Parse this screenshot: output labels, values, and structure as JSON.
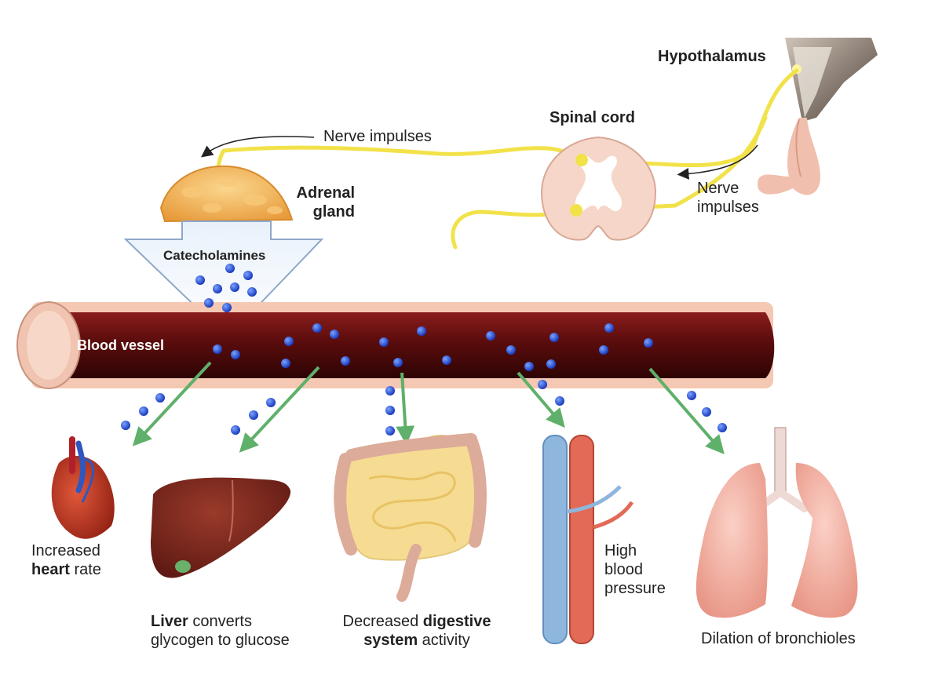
{
  "labels": {
    "hypothalamus": "Hypothalamus",
    "spinal_cord": "Spinal cord",
    "nerve_impulses_top": "Nerve impulses",
    "nerve_impulses_right_1": "Nerve",
    "nerve_impulses_right_2": "impulses",
    "adrenal_1": "Adrenal",
    "adrenal_2": "gland",
    "catecholamines": "Catecholamines",
    "blood_vessel": "Blood vessel"
  },
  "effects": {
    "heart": {
      "pre": "Increased",
      "bold": "heart",
      "post": " rate"
    },
    "liver": {
      "bold": "Liver",
      "line1_rest": " converts",
      "line2": "glycogen to glucose"
    },
    "digestive": {
      "pre": "Decreased ",
      "bold1": "digestive",
      "bold2": "system",
      "post": " activity"
    },
    "blood_pressure": {
      "line1": "High",
      "line2": "blood",
      "line3": "pressure"
    },
    "lungs": {
      "text": "Dilation of bronchioles"
    }
  },
  "colors": {
    "nerve": "#f2e24a",
    "vessel": "#5a0c0c",
    "vessel_wall": "#f4c8b2",
    "molecule": "#1c3fd6",
    "arrow": "#5fb06a"
  }
}
